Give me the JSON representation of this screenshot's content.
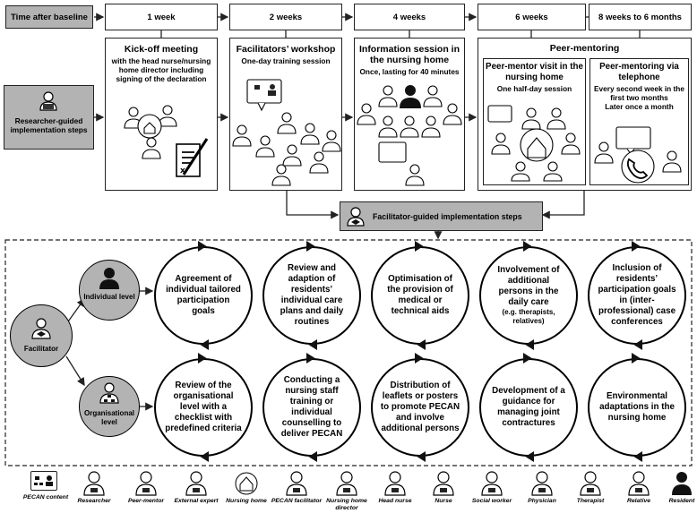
{
  "timeline": {
    "label": "Time after baseline",
    "columns": [
      "1 week",
      "2 weeks",
      "4 weeks",
      "6 weeks",
      "8 weeks to 6 months"
    ]
  },
  "steps": {
    "kickoff": {
      "title": "Kick-off meeting",
      "sub": "with the head nurse/nursing home director including signing of the declaration"
    },
    "workshop": {
      "title": "Facilitators’ workshop",
      "sub": "One-day training session"
    },
    "info": {
      "title": "Information session in the nursing home",
      "sub": "Once, lasting for 40 minutes"
    },
    "peer": {
      "title": "Peer-mentoring"
    },
    "visit": {
      "title": "Peer-mentor visit in the nursing home",
      "sub": "One half-day session"
    },
    "phone": {
      "title": "Peer-mentoring via telephone",
      "sub1": "Every second week in the first two months",
      "sub2": "Later once a month"
    }
  },
  "researcher_label": "Researcher-guided implementation steps",
  "facilitator_steps_label": "Facilitator-guided implementation steps",
  "facilitator_label": "Facilitator",
  "individual_level": "Individual level",
  "organisational_level": "Organisational level",
  "individual_items": [
    "Agreement of individual tailored participation goals",
    "Review and adaption of residents’ individual care plans and daily routines",
    "Optimisation of the provision of medical or technical aids",
    "Involvement of additional persons in the daily care",
    "Inclusion of residents’ participation goals in (inter-professional) case conferences"
  ],
  "individual_item4_note": "(e.g. therapists, relatives)",
  "organisational_items": [
    "Review of the organisational level with a checklist with predefined criteria",
    "Conducting a nursing staff training or individual counselling to deliver PECAN",
    "Distribution of leaflets or posters to promote PECAN and involve additional persons",
    "Development of a guidance for managing joint contractures",
    "Environmental adaptations in the nursing home"
  ],
  "legend": [
    {
      "label": "PECAN content",
      "icon": "speech-bubble-icon"
    },
    {
      "label": "Researcher",
      "icon": "researcher-icon"
    },
    {
      "label": "Peer-mentor",
      "icon": "peer-mentor-icon"
    },
    {
      "label": "External expert",
      "icon": "external-expert-icon"
    },
    {
      "label": "Nursing home",
      "icon": "nursing-home-icon"
    },
    {
      "label": "PECAN facilitator",
      "icon": "pecan-facilitator-icon"
    },
    {
      "label": "Nursing home director",
      "icon": "nursing-home-director-icon"
    },
    {
      "label": "Head nurse",
      "icon": "head-nurse-icon"
    },
    {
      "label": "Nurse",
      "icon": "nurse-icon"
    },
    {
      "label": "Social worker",
      "icon": "social-worker-icon"
    },
    {
      "label": "Physician",
      "icon": "physician-icon"
    },
    {
      "label": "Therapist",
      "icon": "therapist-icon"
    },
    {
      "label": "Relative",
      "icon": "relative-icon"
    },
    {
      "label": "Resident",
      "icon": "resident-icon"
    }
  ]
}
